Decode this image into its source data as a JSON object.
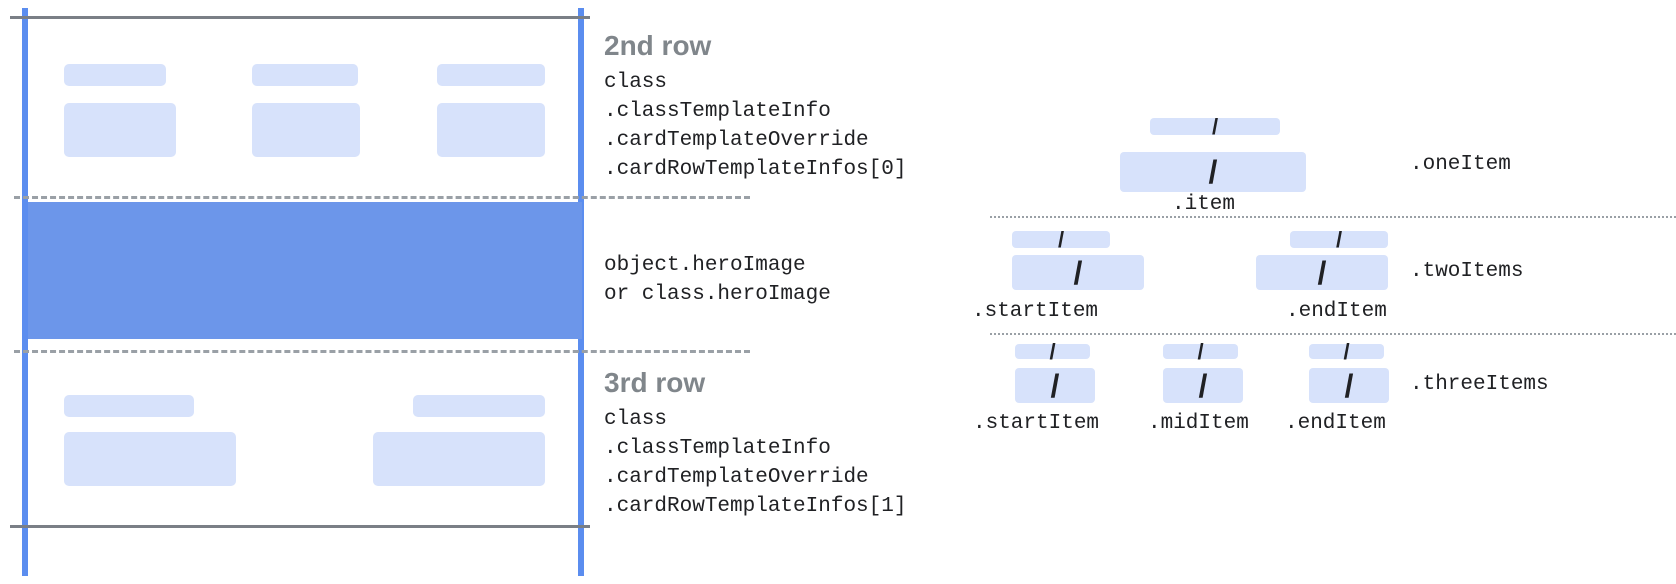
{
  "card_mock": {
    "rows": [
      {
        "id": "second-row",
        "title": "2nd row",
        "code_lines": [
          "class",
          ".classTemplateInfo",
          ".cardTemplateOverride",
          ".cardRowTemplateInfos[0]"
        ]
      },
      {
        "id": "hero-row",
        "title": "",
        "code_lines": [
          "object.heroImage",
          "or class.heroImage"
        ]
      },
      {
        "id": "third-row",
        "title": "3rd row",
        "code_lines": [
          "class",
          ".classTemplateInfo",
          ".cardTemplateOverride",
          ".cardRowTemplateInfos[1]"
        ]
      }
    ]
  },
  "item_diagram": {
    "groups": [
      {
        "name": ".oneItem",
        "items": [
          {
            "label": ".item",
            "slash": "/"
          }
        ]
      },
      {
        "name": ".twoItems",
        "items": [
          {
            "label": ".startItem",
            "slash": "/"
          },
          {
            "label": ".endItem",
            "slash": "/"
          }
        ]
      },
      {
        "name": ".threeItems",
        "items": [
          {
            "label": ".startItem",
            "slash": "/"
          },
          {
            "label": ".midItem",
            "slash": "/"
          },
          {
            "label": ".endItem",
            "slash": "/"
          }
        ]
      }
    ]
  },
  "colors": {
    "placeholder": "#d7e2fb",
    "hero": "#6c96ea",
    "rule": "#5b8def",
    "title": "#80868b",
    "code": "#202124"
  }
}
